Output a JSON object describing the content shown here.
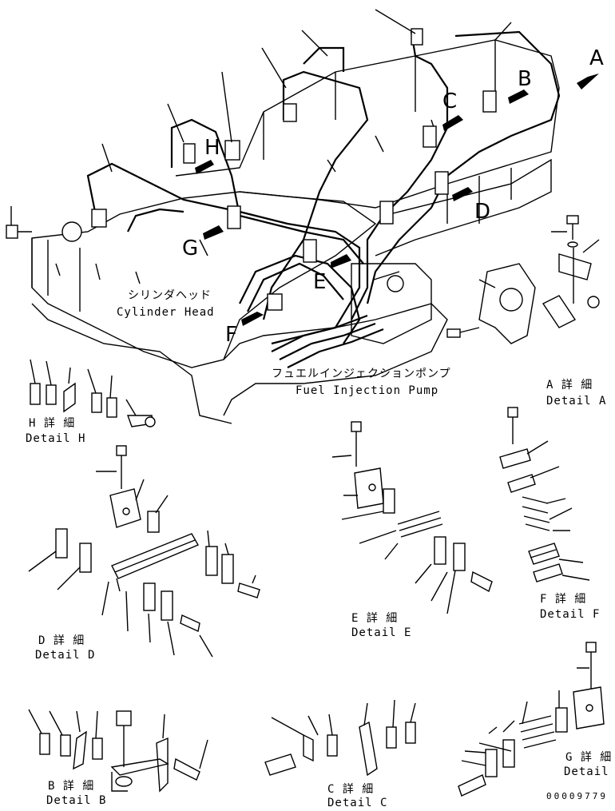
{
  "callouts": [
    "A",
    "B",
    "C",
    "D",
    "E",
    "F",
    "G",
    "H"
  ],
  "labels": {
    "cylinder_head_jp": "シリンダヘッド",
    "cylinder_head_en": "Cylinder Head",
    "pump_jp": "フュエルインジェクションポンプ",
    "pump_en": "Fuel Injection Pump"
  },
  "details": {
    "a": {
      "jp": "A 詳 細",
      "en": "Detail A"
    },
    "b": {
      "jp": "B 詳 細",
      "en": "Detail B"
    },
    "c": {
      "jp": "C 詳 細",
      "en": "Detail C"
    },
    "d": {
      "jp": "D 詳 細",
      "en": "Detail D"
    },
    "e": {
      "jp": "E 詳 細",
      "en": "Detail E"
    },
    "f": {
      "jp": "F 詳 細",
      "en": "Detail F"
    },
    "g": {
      "jp": "G 詳 細",
      "en": "Detail G"
    },
    "h": {
      "jp": "H 詳 細",
      "en": "Detail H"
    }
  },
  "document_number": "00009779"
}
